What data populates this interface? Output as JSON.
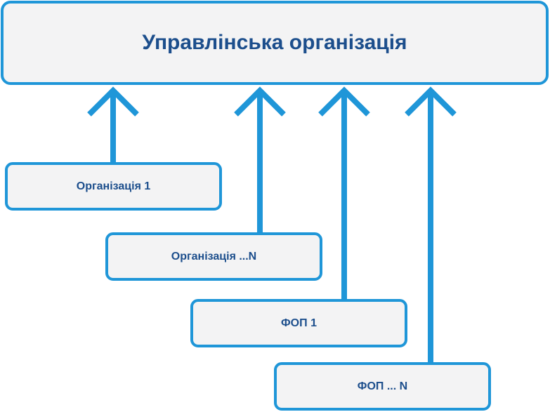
{
  "diagram": {
    "parent": {
      "label": "Управлінська організація"
    },
    "children": [
      {
        "id": "org1",
        "label": "Організація 1"
      },
      {
        "id": "orgN",
        "label": "Організація ...N"
      },
      {
        "id": "fop1",
        "label": "ФОП 1"
      },
      {
        "id": "fopN",
        "label": "ФОП ... N"
      }
    ]
  },
  "colors": {
    "border": "#1f96d8",
    "arrow": "#1f96d8",
    "text": "#1c4e8c",
    "box_fill": "#f3f3f4"
  }
}
